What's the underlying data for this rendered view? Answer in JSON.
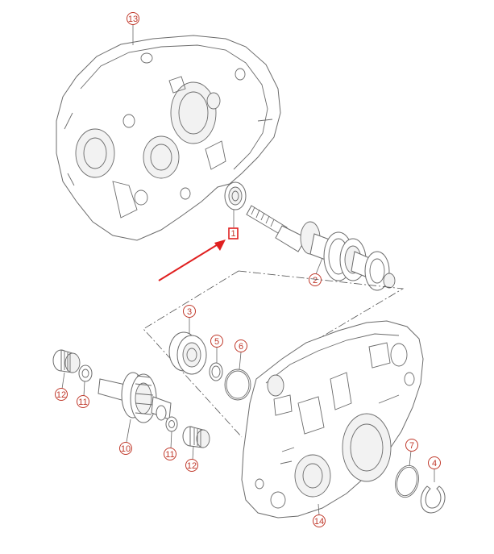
{
  "callouts": {
    "c13": "13",
    "c1": "1",
    "c2": "2",
    "c3": "3",
    "c5": "5",
    "c6": "6",
    "c12a": "12",
    "c11a": "11",
    "c10": "10",
    "c11b": "11",
    "c12b": "12",
    "c7": "7",
    "c4": "4",
    "c14": "14"
  },
  "colors": {
    "callout": "#c0392b",
    "arrow": "#e02020",
    "highlight_box": "#e02020",
    "linework": "#6b6b6b"
  }
}
